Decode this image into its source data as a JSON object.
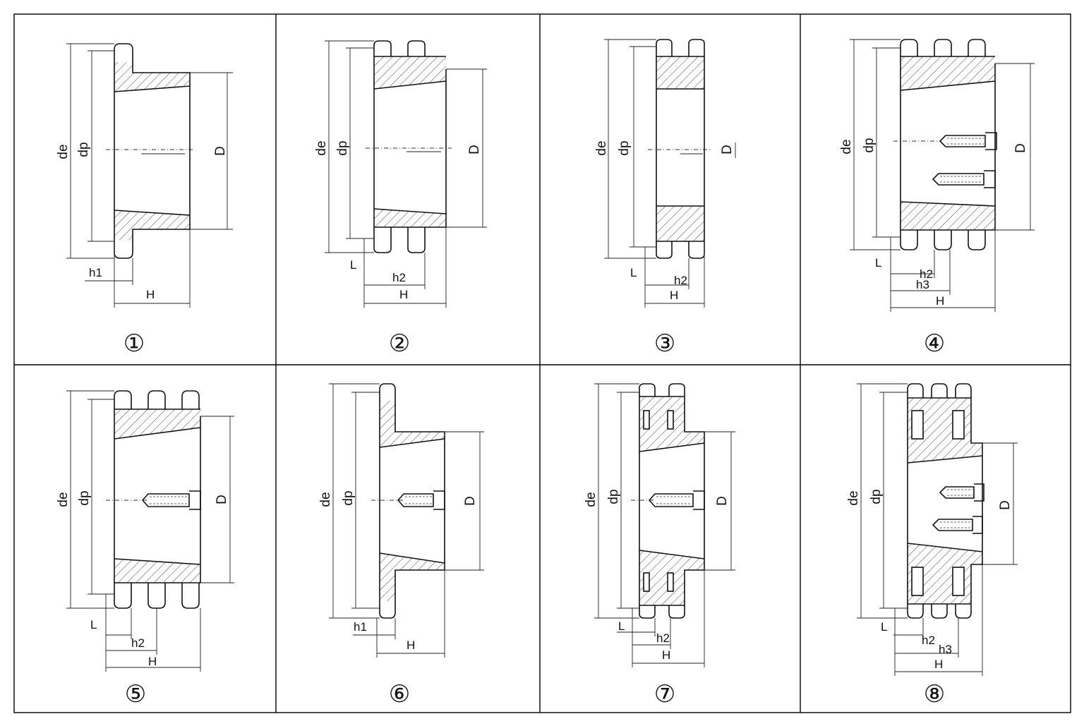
{
  "dimension_labels": {
    "de": "de",
    "dp": "dp",
    "D": "D",
    "H": "H",
    "L": "L",
    "h1": "h1",
    "h2": "h2",
    "h3": "h3"
  },
  "panels": [
    {
      "number": "①"
    },
    {
      "number": "②"
    },
    {
      "number": "③"
    },
    {
      "number": "④"
    },
    {
      "number": "⑤"
    },
    {
      "number": "⑥"
    },
    {
      "number": "⑦"
    },
    {
      "number": "⑧"
    }
  ]
}
